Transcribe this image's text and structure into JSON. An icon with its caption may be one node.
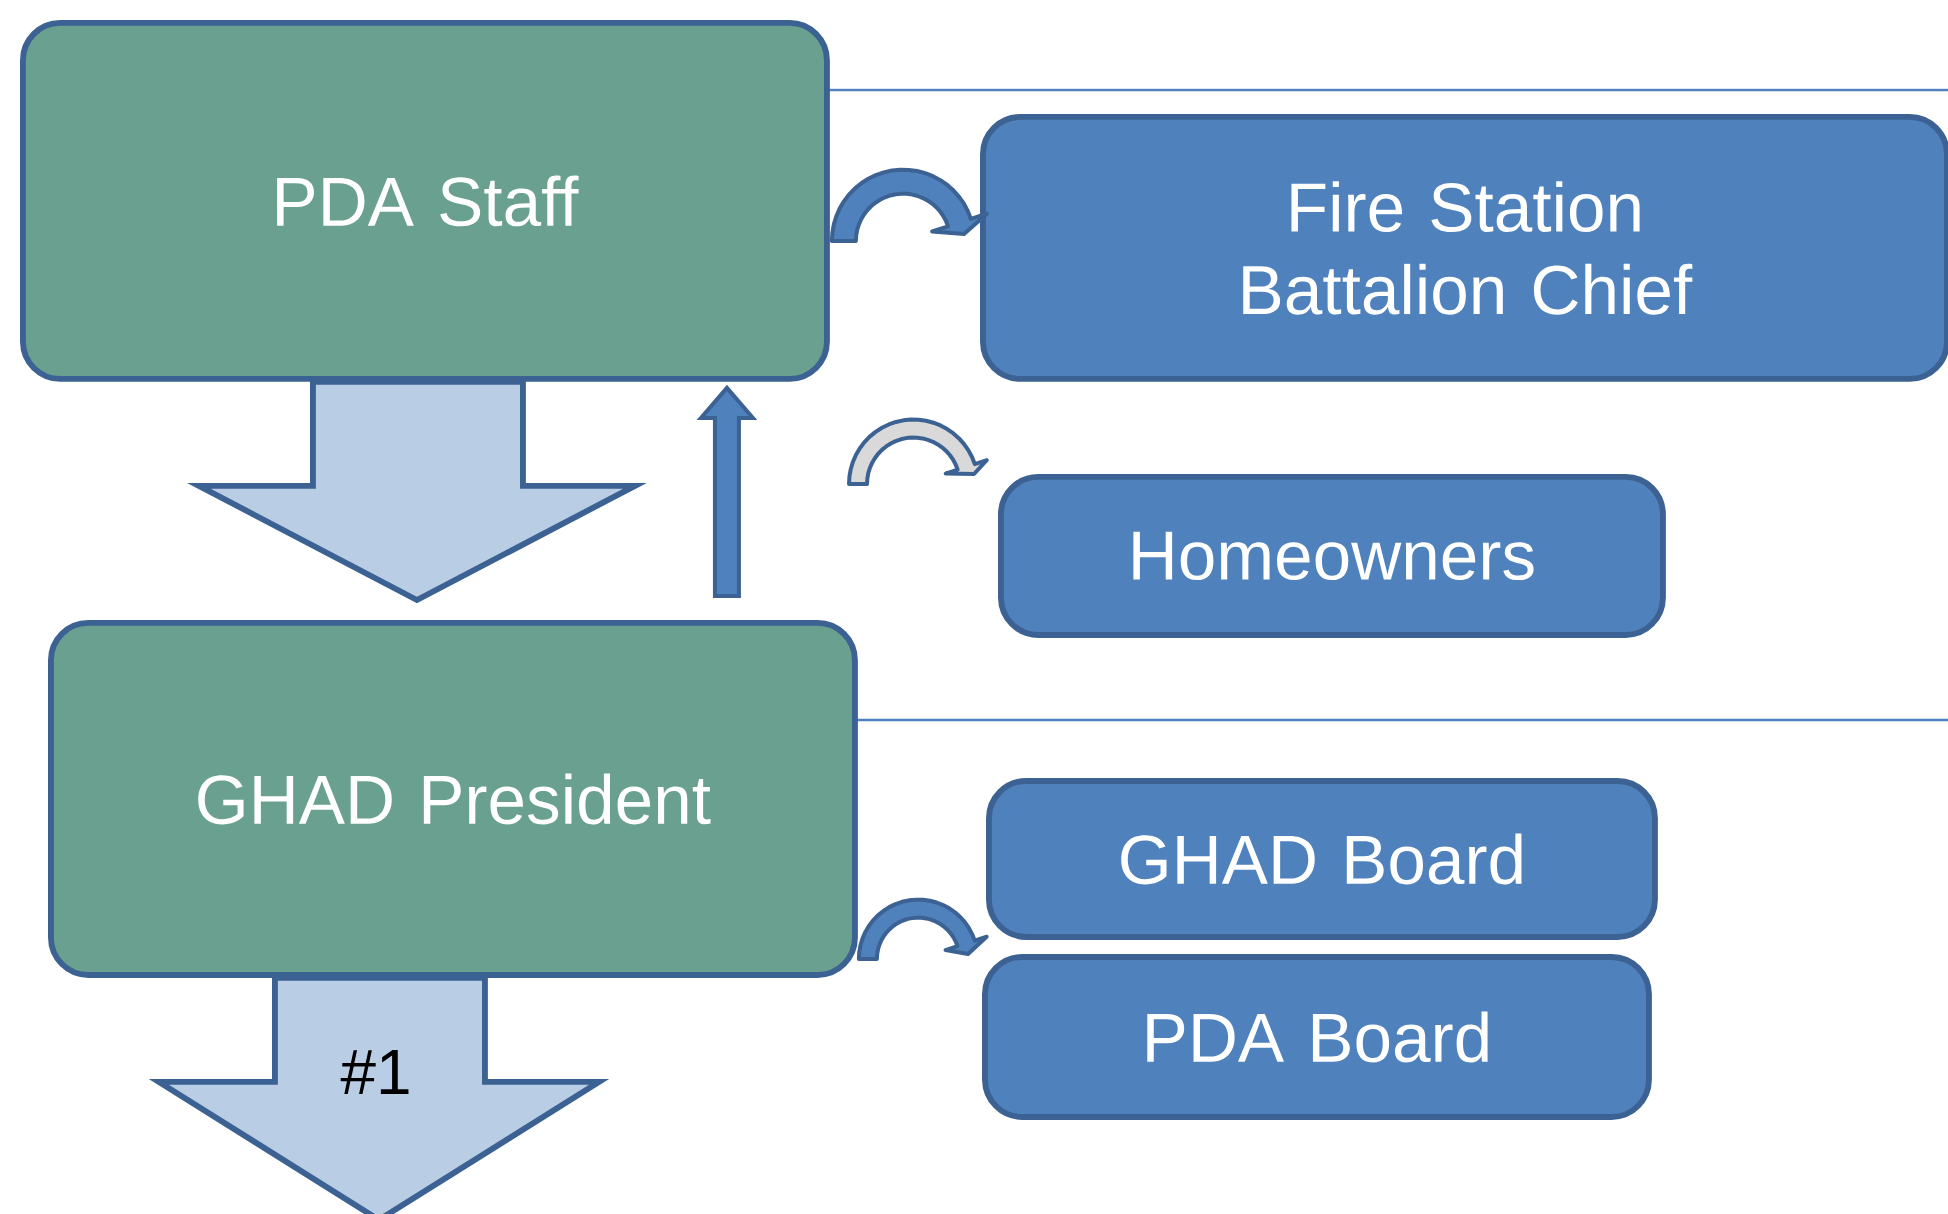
{
  "diagram": {
    "nodes": [
      {
        "text": [
          "PDA Staff"
        ]
      },
      {
        "text": [
          "Fire Station Battalion Chief"
        ]
      },
      {
        "text": [
          "Homeowners"
        ]
      },
      {
        "text": [
          "GHAD President"
        ]
      },
      {
        "text": [
          "GHAD Board"
        ]
      },
      {
        "text": [
          "PDA Board"
        ]
      }
    ],
    "edges": [
      {
        "from": 0,
        "to": 1,
        "arrow": "to"
      },
      {
        "from": null,
        "to": 2,
        "arrow": "to",
        "color": "#d9d9d9"
      },
      {
        "from": 0,
        "to": 3,
        "arrow": "to",
        "style": "thick"
      },
      {
        "from": 3,
        "to": 0,
        "arrow": "to"
      },
      {
        "from": 3,
        "to": 5,
        "arrow": "to"
      },
      {
        "from": 3,
        "to": null,
        "arrow": "to",
        "style": "thick",
        "label": "#1"
      }
    ]
  }
}
